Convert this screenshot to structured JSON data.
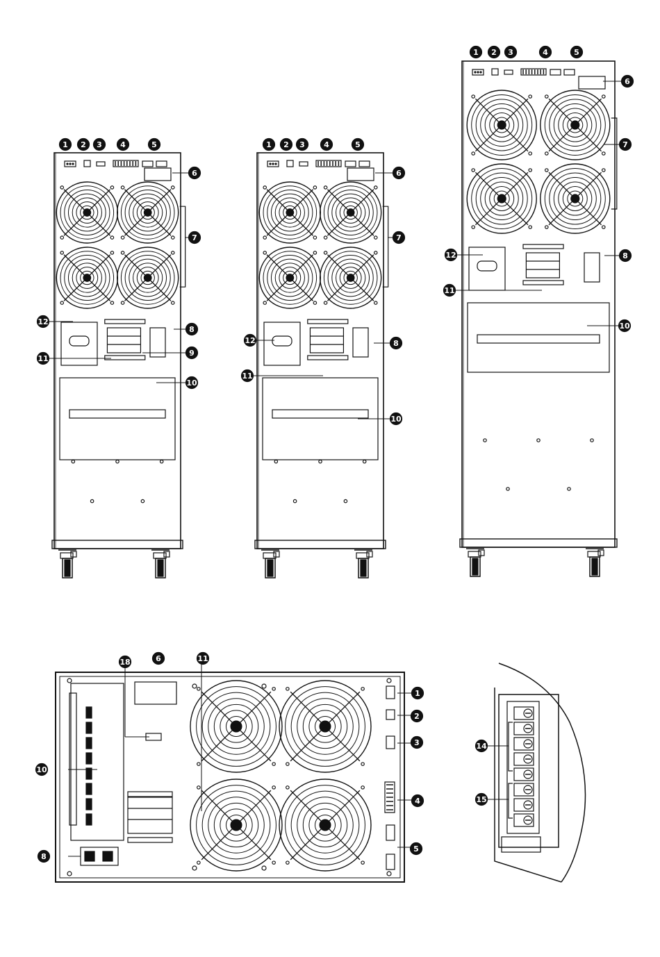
{
  "figure": "UPS rear panel diagrams",
  "colors": {
    "ink": "#111111",
    "paper": "#ffffff"
  },
  "views": [
    {
      "id": "unit-a",
      "labels": [
        "1",
        "2",
        "3",
        "4",
        "5",
        "6",
        "7",
        "8",
        "9",
        "10",
        "11",
        "12"
      ]
    },
    {
      "id": "unit-b",
      "labels": [
        "1",
        "2",
        "3",
        "4",
        "5",
        "6",
        "7",
        "8",
        "10",
        "11",
        "12"
      ]
    },
    {
      "id": "unit-c",
      "labels": [
        "1",
        "2",
        "3",
        "4",
        "5",
        "6",
        "7",
        "8",
        "10",
        "11",
        "12"
      ]
    },
    {
      "id": "rack-unit",
      "labels": [
        "18",
        "6",
        "11",
        "1",
        "2",
        "3",
        "10",
        "4",
        "8",
        "5"
      ]
    },
    {
      "id": "terminal-detail",
      "labels": [
        "14",
        "15"
      ]
    }
  ]
}
